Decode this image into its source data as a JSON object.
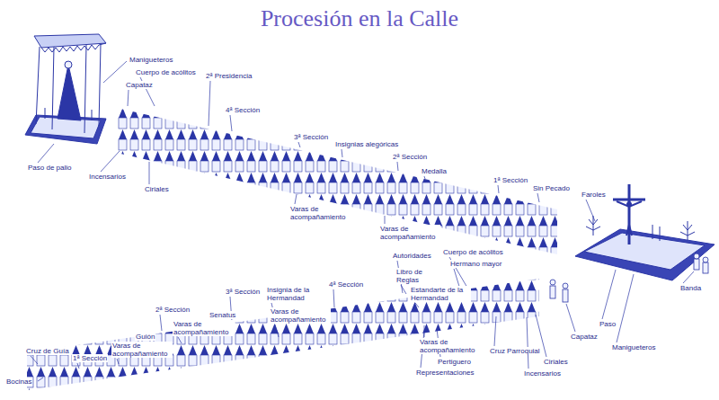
{
  "diagram": {
    "title": "Procesión en la Calle",
    "labels": [
      "Manigueteros",
      "Cuerpo de acólitos",
      "Capataz",
      "2ª Presidencia",
      "Paso de palio",
      "Incensarios",
      "Ciriales",
      "4ª Sección",
      "3ª Sección",
      "Insignias alegóricas",
      "Varas de acompañamiento",
      "2ª Sección",
      "Medalla",
      "1ª Sección",
      "Sin Pecado",
      "Faroles",
      "Varas de acompañamiento",
      "Autoridades",
      "Cuerpo de acólitos",
      "Hermano mayor",
      "Banda",
      "Libro de Reglas",
      "Estandarte de la Hermandad",
      "Paso",
      "Capataz",
      "Manigueteros",
      "Cruz Parroquial",
      "Ciriales",
      "Incensarios",
      "Pertiguero",
      "Representaciones",
      "Varas de acompañamiento",
      "4ª Sección",
      "Insignia de la Hermandad",
      "3ª Sección",
      "Varas de acompañamiento",
      "Senatus",
      "2ª Sección",
      "Varas de acompañamiento",
      "Guión",
      "Varas de acompañamiento",
      "1ª Sección",
      "Cruz de Guía",
      "Bocinas"
    ]
  }
}
